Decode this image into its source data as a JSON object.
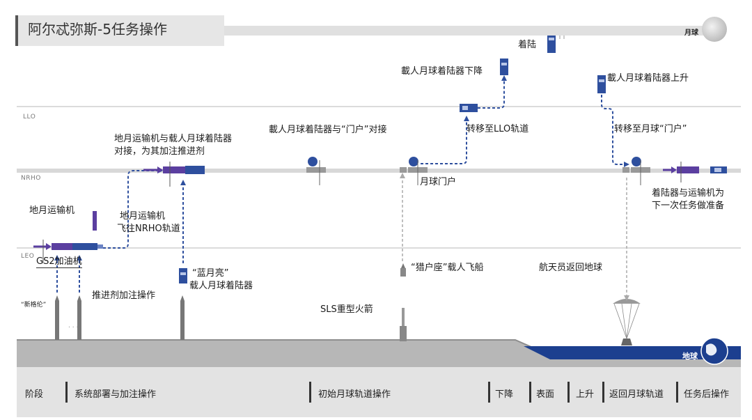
{
  "title": "阿尔忒弥斯-5任务操作",
  "moon_label": "月球",
  "earth_label": "地球",
  "orbits": {
    "llo": "LLO",
    "nrho": "NRHO",
    "leo": "LEO"
  },
  "labels": {
    "landing": "着陆",
    "descent": "載人月球着陆器下降",
    "ascent": "載人月球着陆器上升",
    "lander_docks_gateway": "載人月球着陆器与“门户”对接",
    "transfer_llo": "转移至LLO轨道",
    "transfer_gateway": "转移至月球“门户”",
    "tanker_docks_line1": "地月运输机与载人月球着陆器",
    "tanker_docks_line2": "对接，为其加注推进剂",
    "gateway": "月球门户",
    "prep_line1": "着陆器与运输机为",
    "prep_line2": "下一次任务做准备",
    "transporter": "地月运输机",
    "transporter_to_nrho_line1": "地月运输机",
    "transporter_to_nrho_line2": "飞往NRHO轨道",
    "depot": "GS2加油机",
    "blue_moon_line1": "“蓝月亮”",
    "blue_moon_line2": "载人月球着陆器",
    "refuel_ops": "推进剂加注操作",
    "new_glenn": "“新格伦”",
    "orion": "“猎户座”载人飞船",
    "sls": "SLS重型火箭",
    "crew_return": "航天员返回地球"
  },
  "phases": [
    "阶段",
    "系统部署与加注操作",
    "初始月球轨道操作",
    "下降",
    "表面",
    "上升",
    "返回月球轨道",
    "任务后操作"
  ],
  "colors": {
    "blue": "#2e4f9e",
    "purple": "#5b3fa0",
    "ocean": "#1c3f8f",
    "ground": "#b5b5b5",
    "orbit": "#cfcfcf"
  }
}
